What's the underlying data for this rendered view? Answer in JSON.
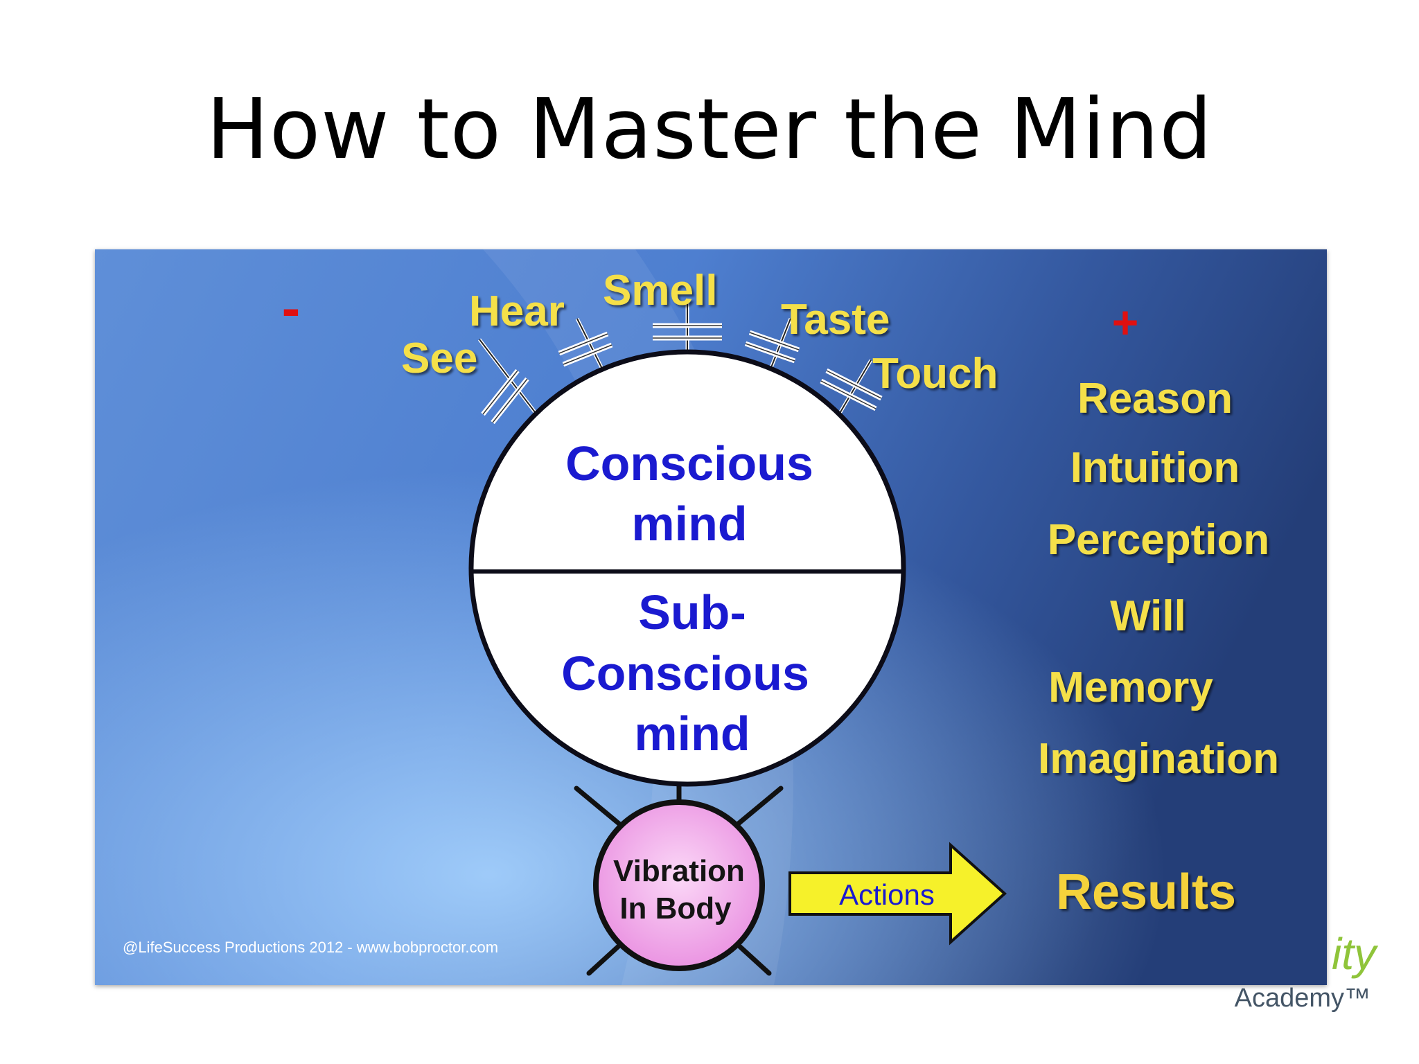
{
  "slide": {
    "title": "How to Master the Mind"
  },
  "diagram": {
    "minus_sign": "-",
    "plus_sign": "+",
    "senses": [
      "See",
      "Hear",
      "Smell",
      "Taste",
      "Touch"
    ],
    "conscious_label": [
      "Conscious",
      "mind"
    ],
    "subconscious_label": [
      "Sub-",
      "Conscious",
      "mind"
    ],
    "body_label": [
      "Vibration",
      "In Body"
    ],
    "arrow_label": "Actions",
    "results_label": "Results",
    "faculties": [
      "Reason",
      "Intuition",
      "Perception",
      "Will",
      "Memory",
      "Imagination"
    ],
    "copyright": "@LifeSuccess Productions 2012 - www.bobproctor.com"
  },
  "branding": {
    "partial_logo": "ity",
    "academy": "Academy™"
  },
  "colors": {
    "label_yellow": "#f5e04a",
    "mind_text_blue": "#1a1ad0",
    "minus_plus_red": "#e01010",
    "body_pink": "#f2a6ec",
    "arrow_yellow": "#f6f12a"
  }
}
